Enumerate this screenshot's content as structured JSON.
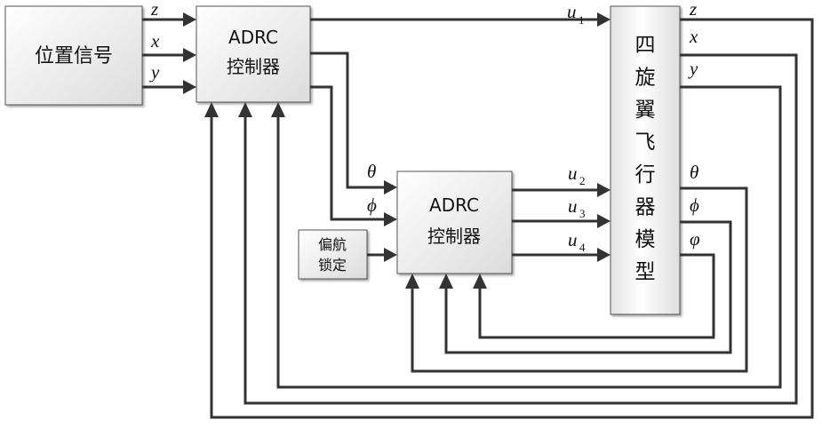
{
  "blocks": {
    "position_signal": "位置信号",
    "adrc_top_line1": "ADRC",
    "adrc_top_line2": "控制器",
    "adrc_mid_line1": "ADRC",
    "adrc_mid_line2": "控制器",
    "yaw_lock_line1": "偏航",
    "yaw_lock_line2": "锁定",
    "model_chars": [
      "四",
      "旋",
      "翼",
      "飞",
      "行",
      "器",
      "模",
      "型"
    ]
  },
  "signals": {
    "pos_z": "z",
    "pos_x": "x",
    "pos_y": "y",
    "theta_in": "θ",
    "phi_in": "ϕ",
    "u1": "u",
    "u1_sub": "1",
    "u2": "u",
    "u2_sub": "2",
    "u3": "u",
    "u3_sub": "3",
    "u4": "u",
    "u4_sub": "4",
    "out_z": "z",
    "out_x": "x",
    "out_y": "y",
    "out_theta": "θ",
    "out_phi": "ϕ",
    "out_psi": "φ"
  }
}
